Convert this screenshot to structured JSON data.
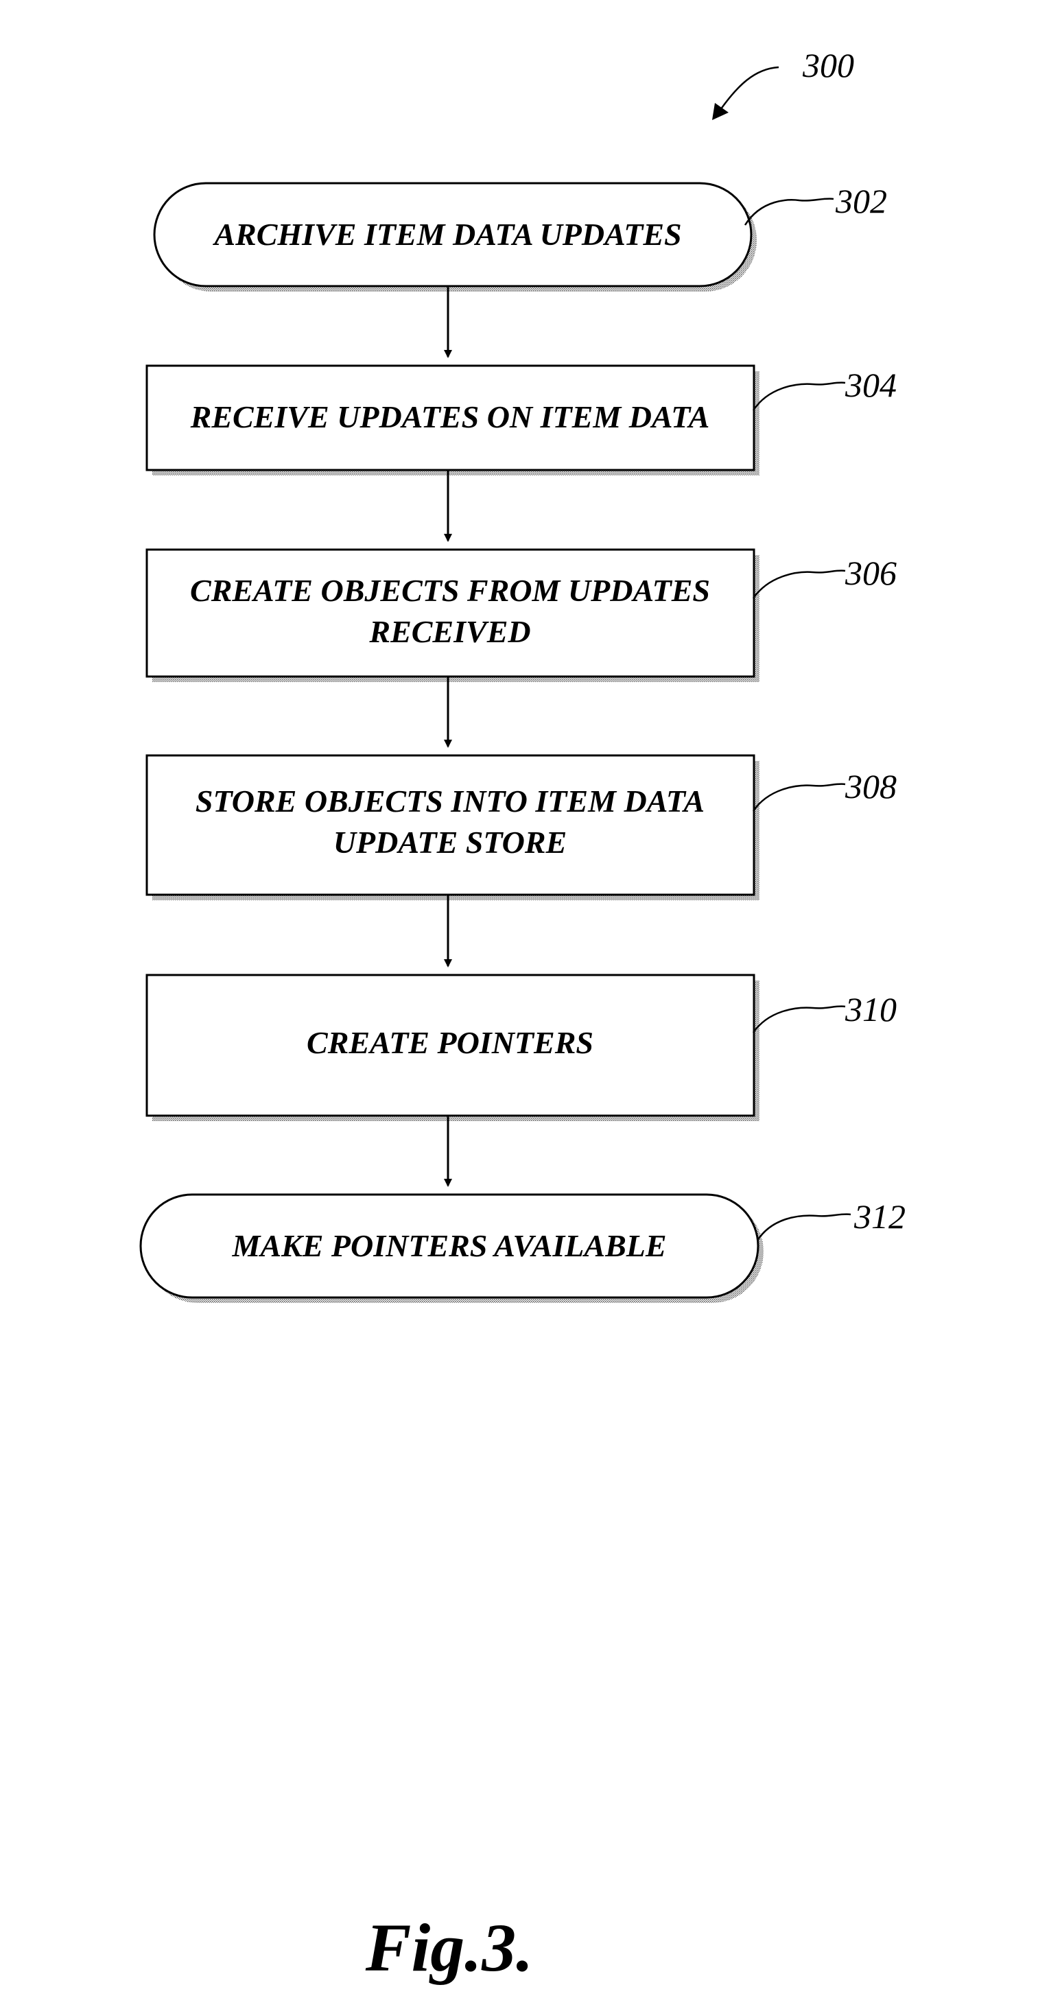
{
  "figure": {
    "reference": "300",
    "caption": "Fig.3.",
    "steps": [
      {
        "ref": "302",
        "shape": "terminal",
        "lines": [
          "ARCHIVE ITEM DATA UPDATES"
        ]
      },
      {
        "ref": "304",
        "shape": "process",
        "lines": [
          "RECEIVE UPDATES ON ITEM DATA"
        ]
      },
      {
        "ref": "306",
        "shape": "process",
        "lines": [
          "CREATE OBJECTS FROM UPDATES",
          "RECEIVED"
        ]
      },
      {
        "ref": "308",
        "shape": "process",
        "lines": [
          "STORE OBJECTS INTO ITEM DATA",
          "UPDATE STORE"
        ]
      },
      {
        "ref": "310",
        "shape": "process",
        "lines": [
          "CREATE POINTERS"
        ]
      },
      {
        "ref": "312",
        "shape": "terminal",
        "lines": [
          "MAKE POINTERS AVAILABLE"
        ]
      }
    ]
  }
}
